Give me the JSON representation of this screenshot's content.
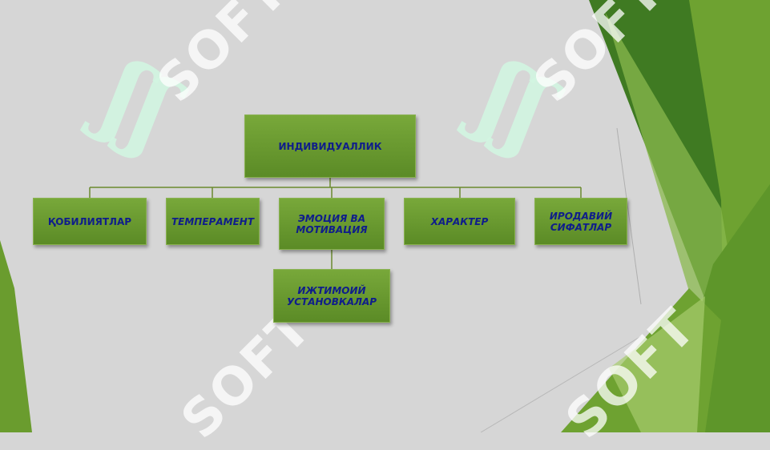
{
  "colors": {
    "background": "#d6d6d6",
    "box_fill": "#6a9a30",
    "box_text": "#0f1d8a",
    "connector": "#6a8a2e"
  },
  "diagram": {
    "root": {
      "label": "ИНДИВИДУАЛЛИК"
    },
    "children": [
      {
        "label": "ҚОБИЛИЯТЛАР"
      },
      {
        "label": "ТЕМПЕРАМЕНТ"
      },
      {
        "label": "ЭМОЦИЯ ВА МОТИВАЦИЯ"
      },
      {
        "label": "ХАРАКТЕР"
      },
      {
        "label": "ИРОДАВИЙ СИФАТЛАР"
      }
    ],
    "sub_child": {
      "label": "ИЖТИМОИЙ УСТАНОВКАЛАР"
    }
  },
  "watermark": {
    "text": "SOFT",
    "logo_glyph": "ʃʃ"
  }
}
